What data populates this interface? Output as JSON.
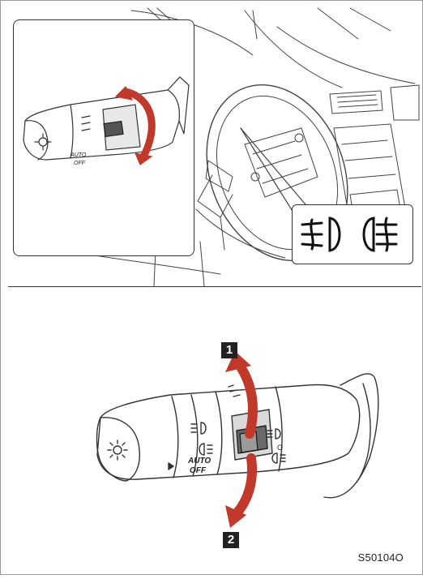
{
  "steps": {
    "step1": "1",
    "step2": "2"
  },
  "lever_labels": {
    "auto": "AUTO",
    "off": "OFF",
    "fog_on": "O"
  },
  "figure_code": "S50104O",
  "icons": {
    "front_fog": "front-fog-light-icon",
    "rear_fog": "rear-fog-light-icon",
    "headlight": "headlight-icon",
    "parking": "parking-light-icon"
  }
}
